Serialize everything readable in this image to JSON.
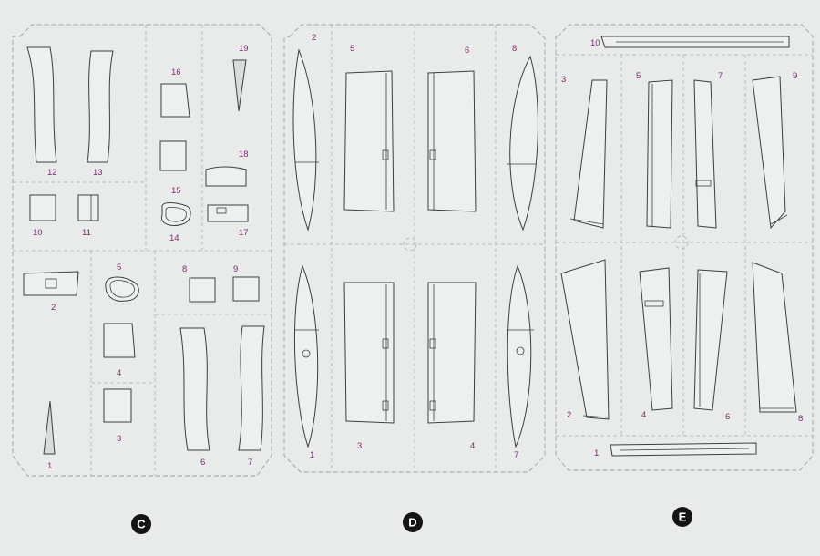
{
  "sprues": [
    {
      "letter": "C"
    },
    {
      "letter": "D"
    },
    {
      "letter": "E"
    }
  ],
  "part_labels": {
    "c": [
      "12",
      "13",
      "10",
      "11",
      "16",
      "15",
      "14",
      "19",
      "18",
      "17",
      "2",
      "5",
      "4",
      "3",
      "1",
      "8",
      "9",
      "6",
      "7"
    ],
    "d": [
      "2",
      "5",
      "6",
      "8",
      "1",
      "3",
      "4",
      "7"
    ],
    "e": [
      "10",
      "3",
      "5",
      "7",
      "9",
      "2",
      "4",
      "6",
      "8",
      "1"
    ]
  },
  "colors": {
    "background": "#e9ebea",
    "outline": "#3b3f41",
    "part_number": "#7a2a6e",
    "frame": "#9aa0a3",
    "badge": "#141414"
  }
}
